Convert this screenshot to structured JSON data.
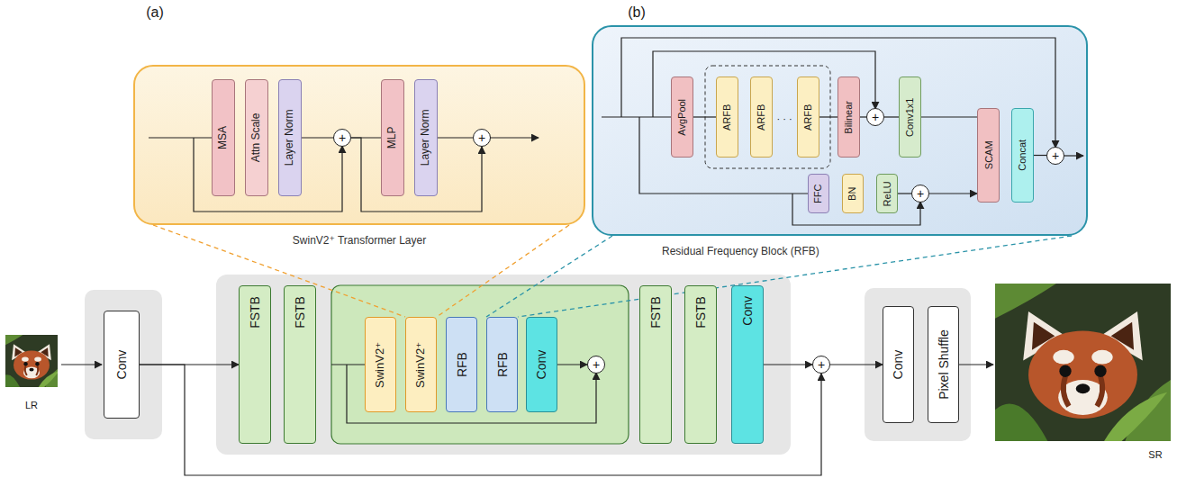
{
  "diagram": {
    "nodes": [
      {
        "text": [
          "SwinV2⁺ Transformer Layer"
        ]
      },
      {
        "text": [
          "MSA"
        ],
        "in": 0
      },
      {
        "text": [
          "Attn Scale"
        ],
        "in": 0
      },
      {
        "text": [
          "Layer Norm"
        ],
        "in": 0
      },
      {
        "text": [
          "+"
        ],
        "in": 0
      },
      {
        "text": [
          "MLP"
        ],
        "in": 0
      },
      {
        "text": [
          "Layer Norm"
        ],
        "in": 0
      },
      {
        "text": [
          "+"
        ],
        "in": 0
      },
      {
        "text": [
          "Residual Frequency Block (RFB)"
        ]
      },
      {
        "text": [
          "AvgPool"
        ],
        "in": 8
      },
      {
        "text": [
          "ARFB"
        ],
        "in": 8
      },
      {
        "text": [
          "ARFB"
        ],
        "in": 8
      },
      {
        "text": [
          "ARFB"
        ],
        "in": 8
      },
      {
        "text": [
          "Bilinear"
        ],
        "in": 8
      },
      {
        "text": [
          "+"
        ],
        "in": 8
      },
      {
        "text": [
          "Conv1x1"
        ],
        "in": 8
      },
      {
        "text": [
          "FFC"
        ],
        "in": 8
      },
      {
        "text": [
          "BN"
        ],
        "in": 8
      },
      {
        "text": [
          "ReLU"
        ],
        "in": 8
      },
      {
        "text": [
          "+"
        ],
        "in": 8
      },
      {
        "text": [
          "SCAM"
        ],
        "in": 8
      },
      {
        "text": [
          "Concat"
        ],
        "in": 8
      },
      {
        "text": [
          "+"
        ],
        "in": 8
      },
      {
        "text": [
          "Conv"
        ]
      },
      {
        "text": [
          "FSTB"
        ]
      },
      {
        "text": [
          "FSTB"
        ]
      },
      {
        "text": [
          "SwinV2⁺"
        ]
      },
      {
        "text": [
          "SwinV2⁺"
        ]
      },
      {
        "text": [
          "RFB"
        ]
      },
      {
        "text": [
          "RFB"
        ]
      },
      {
        "text": [
          "Conv"
        ]
      },
      {
        "text": [
          "+"
        ]
      },
      {
        "text": [
          "FSTB"
        ]
      },
      {
        "text": [
          "FSTB"
        ]
      },
      {
        "text": [
          "Conv"
        ]
      },
      {
        "text": [
          "+"
        ]
      },
      {
        "text": [
          "Conv"
        ]
      },
      {
        "text": [
          "Pixel Shuffle"
        ]
      }
    ],
    "edges": [
      {
        "from": 3,
        "to": 4,
        "arrow": "none"
      },
      {
        "from": 4,
        "to": 5,
        "arrow": "none"
      },
      {
        "from": 6,
        "to": 7,
        "arrow": "none"
      },
      {
        "from": 4,
        "to": 7,
        "arrow": "to"
      },
      {
        "from": 9,
        "to": 10,
        "arrow": "none"
      },
      {
        "from": 12,
        "to": 13,
        "arrow": "none"
      },
      {
        "from": 13,
        "to": 14,
        "arrow": "none"
      },
      {
        "from": 14,
        "to": 15,
        "arrow": "none"
      },
      {
        "from": 15,
        "to": 20,
        "arrow": "none"
      },
      {
        "from": 18,
        "to": 19,
        "arrow": "none"
      },
      {
        "from": 19,
        "to": 20,
        "arrow": "to"
      },
      {
        "from": 21,
        "to": 22,
        "arrow": "none"
      },
      {
        "from": 23,
        "to": 24,
        "arrow": "to"
      },
      {
        "from": 30,
        "to": 31,
        "arrow": "to"
      },
      {
        "from": 34,
        "to": 35,
        "arrow": "to"
      },
      {
        "from": 35,
        "to": 36,
        "arrow": "to"
      },
      {
        "from": 23,
        "to": 35,
        "arrow": "to"
      }
    ],
    "labels": [
      "(a)",
      "(b)",
      "· · ·",
      "LR",
      "SR"
    ]
  }
}
